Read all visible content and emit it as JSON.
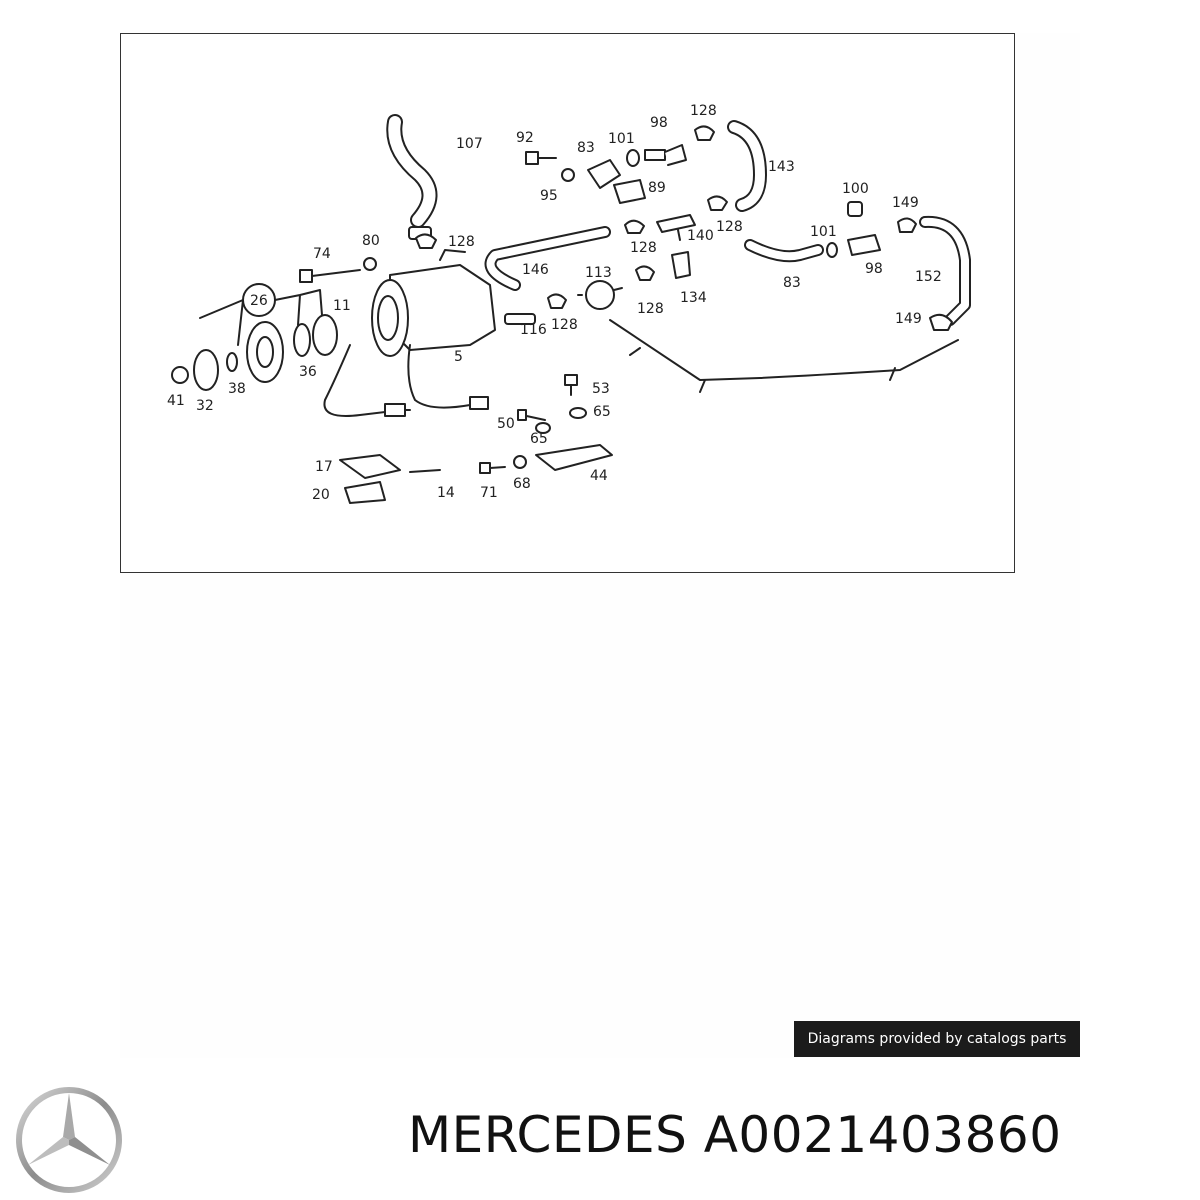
{
  "diagram": {
    "callouts": [
      "107",
      "92",
      "83",
      "101",
      "98",
      "128",
      "143",
      "95",
      "89",
      "128",
      "100",
      "149",
      "80",
      "74",
      "128",
      "146",
      "140",
      "128",
      "101",
      "26",
      "11",
      "113",
      "134",
      "98",
      "83",
      "152",
      "116",
      "128",
      "128",
      "149",
      "41",
      "32",
      "38",
      "36",
      "5",
      "53",
      "65",
      "50",
      "65",
      "17",
      "20",
      "14",
      "71",
      "68",
      "44"
    ]
  },
  "credit": "Diagrams provided by catalogs parts",
  "brand": {
    "logo_icon": "mercedes-star-icon",
    "title": "MERCEDES A0021403860"
  }
}
